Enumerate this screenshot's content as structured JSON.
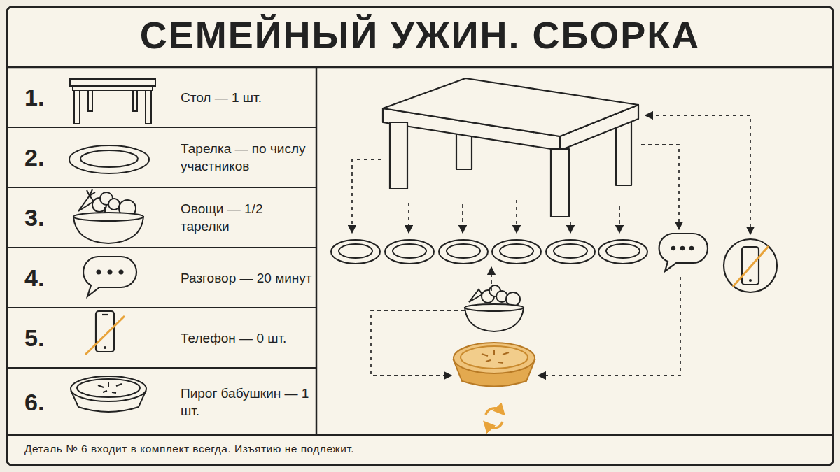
{
  "diagram": {
    "title": "СЕМЕЙНЫЙ УЖИН. СБОРКА",
    "caption": "Деталь № 6 входит в комплект всегда. Изъятию не подлежит.",
    "nodes": [
      {
        "text": [
          "1.",
          "Стол — 1 шт."
        ]
      },
      {
        "text": [
          "2.",
          "Тарелка — по числу участников"
        ]
      },
      {
        "text": [
          "3.",
          "Овощи — 1/2 тарелки"
        ]
      },
      {
        "text": [
          "4.",
          "Разговор — 20 минут"
        ]
      },
      {
        "text": [
          "5.",
          "Телефон — 0 шт."
        ]
      },
      {
        "text": [
          "6.",
          "Пирог бабушкин — 1 шт."
        ]
      }
    ]
  }
}
